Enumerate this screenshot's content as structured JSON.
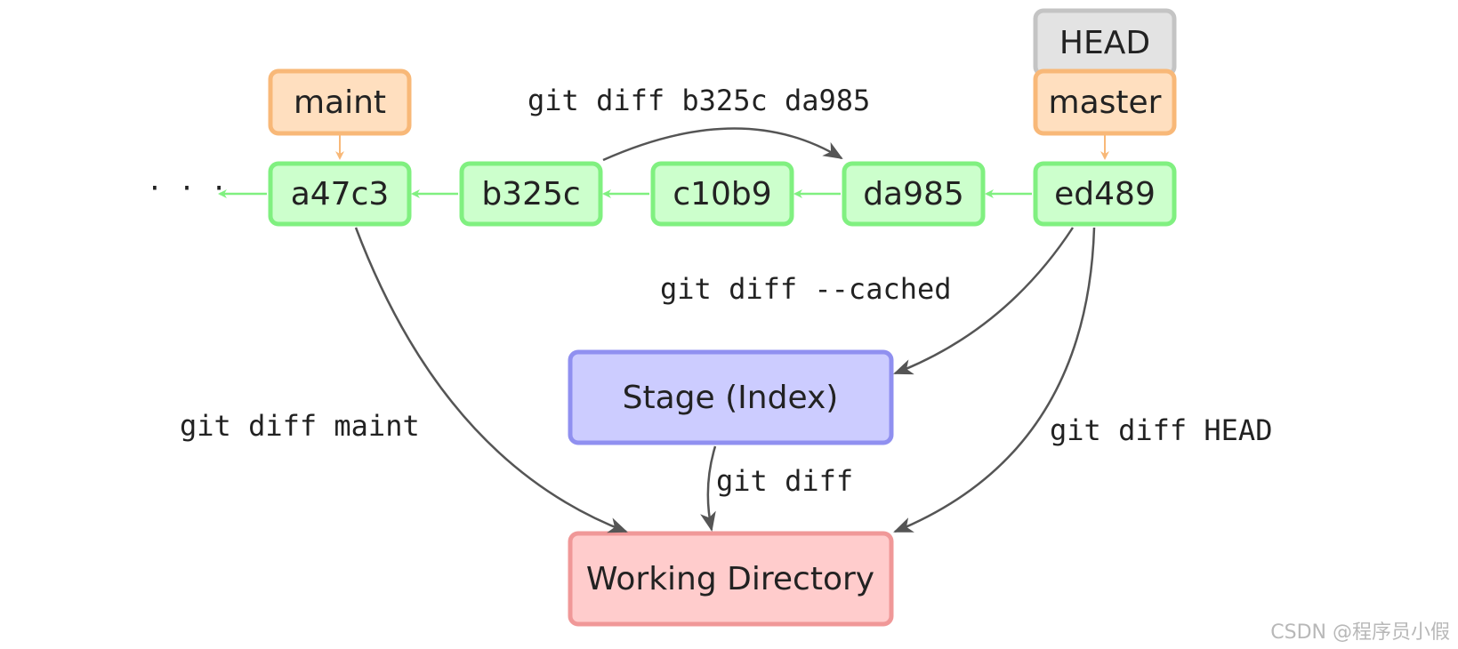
{
  "refs": {
    "head": "HEAD",
    "master": "master",
    "maint": "maint"
  },
  "commits": [
    "a47c3",
    "b325c",
    "c10b9",
    "da985",
    "ed489"
  ],
  "ellipsis": "· · ·",
  "areas": {
    "stage": "Stage (Index)",
    "working": "Working Directory"
  },
  "commands": {
    "diff_commits": "git diff b325c da985",
    "diff_cached": "git diff --cached",
    "diff_maint": "git diff maint",
    "diff_head": "git diff HEAD",
    "diff": "git diff"
  },
  "watermark": "CSDN @程序员小假",
  "colors": {
    "commit_fill": "#ccffcc",
    "commit_stroke": "#80f080",
    "ref_fill": "#ffdfbf",
    "ref_stroke": "#f8b878",
    "head_fill": "#e3e3e3",
    "head_stroke": "#c4c4c4",
    "stage_fill": "#ccccff",
    "stage_stroke": "#9090f0",
    "working_fill": "#ffcccc",
    "working_stroke": "#f09898",
    "arrow": "#555555"
  }
}
